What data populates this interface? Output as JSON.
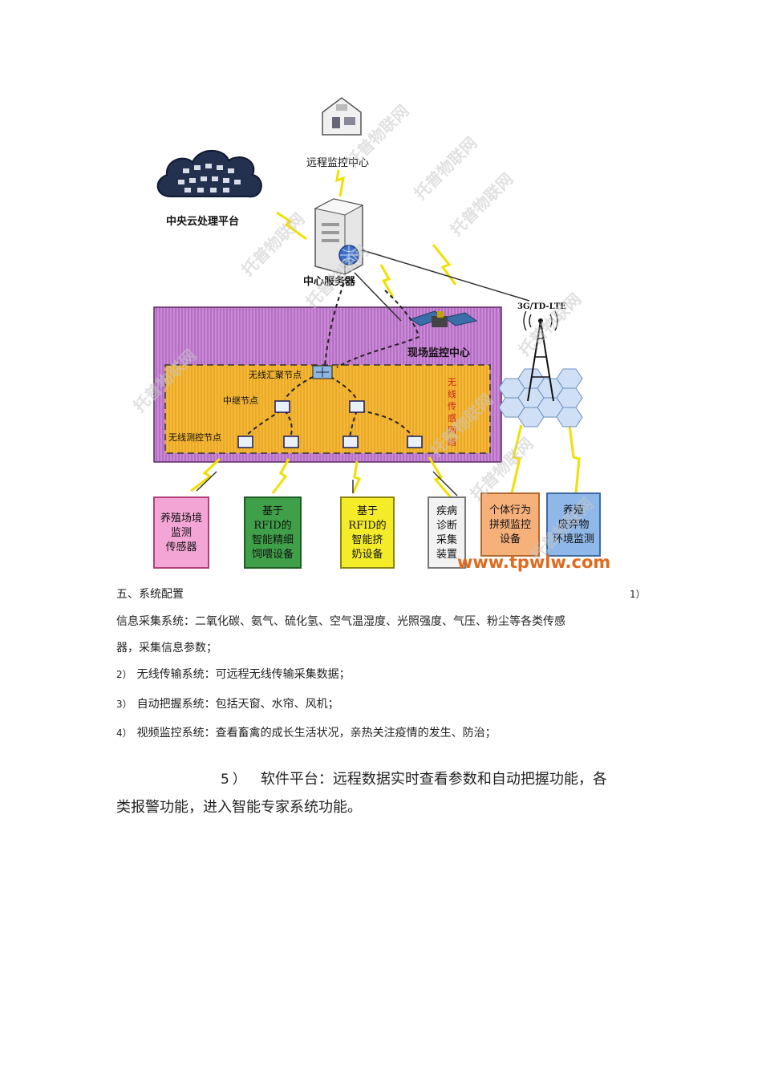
{
  "diagram": {
    "remote_center": "远程监控中心",
    "cloud_platform": "中央云处理平台",
    "central_server": "中心服务器",
    "site_center": "现场监控中心",
    "network_standard": "3G/TD-LTE",
    "sink_node": "无线汇聚节点",
    "relay_node": "中继节点",
    "sensor_node": "无线测控节点",
    "wsn_label": [
      "无",
      "线",
      "传",
      "感",
      "网",
      "络"
    ],
    "watermark": "托普物联网",
    "website": "www.tpwlw.com",
    "devices": [
      {
        "lines": [
          "养殖场境",
          "监测",
          "传感器"
        ],
        "color": "#f3a6d6",
        "border": "#b0407a"
      },
      {
        "lines": [
          "基于",
          "RFID的",
          "智能精细",
          "饲喂设备"
        ],
        "color": "#3fa049",
        "border": "#1d5e24"
      },
      {
        "lines": [
          "基于",
          "RFID的",
          "智能挤",
          "奶设备"
        ],
        "color": "#f4ec28",
        "border": "#8a8410"
      },
      {
        "lines": [
          "疾病",
          "诊断",
          "采集",
          "装置"
        ],
        "color": "#f2f2f2",
        "border": "#777777"
      },
      {
        "lines": [
          "个体行为",
          "拼频监控",
          "设备"
        ],
        "color": "#f6b07a",
        "border": "#b06a30"
      },
      {
        "lines": [
          "养殖",
          "废弃物",
          "环境监测"
        ],
        "color": "#8fb7e8",
        "border": "#3c6aa4"
      }
    ]
  },
  "text": {
    "section_title": "五、系统配置",
    "item1_num": "1）",
    "item1_text": "信息采集系统：二氧化碳、氨气、硫化氢、空气温湿度、光照强度、气压、粉尘等各类传感",
    "item1_cont": "器，采集信息参数；",
    "item2_num": "2）",
    "item2_text": "无线传输系统：可远程无线传输采集数据；",
    "item3_num": "3）",
    "item3_text": "自动把握系统：包括天窗、水帘、风机；",
    "item4_num": "4）",
    "item4_text": "视频监控系统：查看畜禽的成长生活状况，亲热关注疫情的发生、防治；",
    "item5_num": "5）",
    "item5_text": "软件平台：远程数据实时查看参数和自动把握功能，各",
    "item5_cont": "类报警功能，进入智能专家系统功能。"
  }
}
